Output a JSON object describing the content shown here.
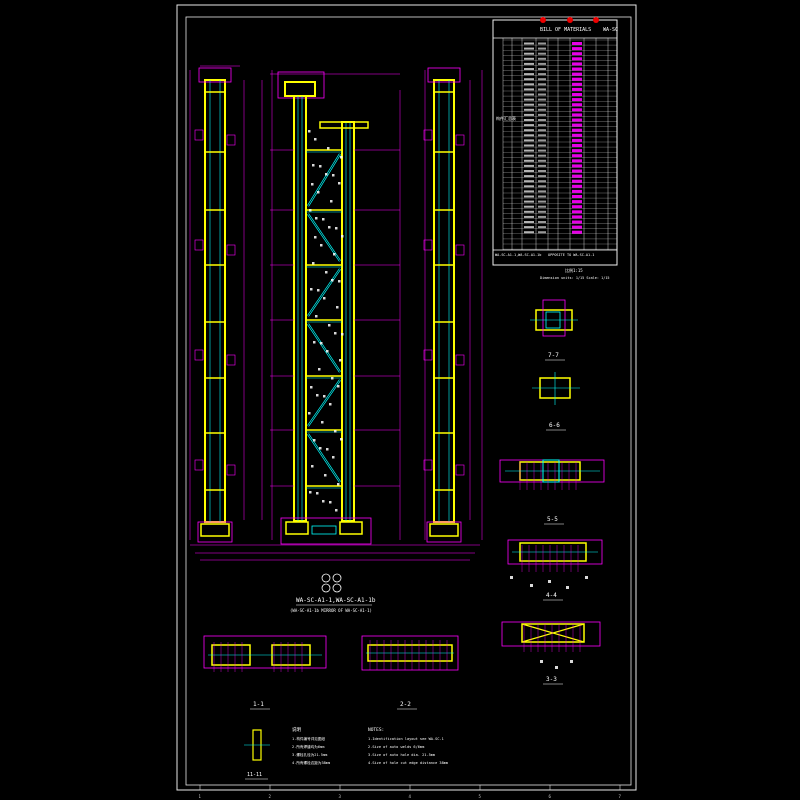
{
  "drawing": {
    "main_view_title": "WA-SC-A1-1,WA-SC-A1-1b",
    "main_view_subtitle": "(WA-SC-A1-1b  MIRROR  OF  WA-SC-A1-1)",
    "grid_marks_bottom": [
      "1",
      "2",
      "3",
      "4",
      "5",
      "6",
      "7"
    ],
    "sections": [
      {
        "id": "s77",
        "label": "7-7"
      },
      {
        "id": "s66",
        "label": "6-6"
      },
      {
        "id": "s55",
        "label": "5-5"
      },
      {
        "id": "s44",
        "label": "4-4"
      },
      {
        "id": "s33",
        "label": "3-3"
      },
      {
        "id": "s11",
        "label": "1-1"
      },
      {
        "id": "s22",
        "label": "2-2"
      },
      {
        "id": "s1111",
        "label": "11-11"
      }
    ],
    "notes_left": {
      "title": "说明",
      "lines": [
        "1.构件编号详见图纸",
        "2.所有焊缝均为6mm",
        "3.螺栓孔径为21.5mm",
        "4.所有螺栓边距为38mm"
      ]
    },
    "notes_right": {
      "title": "NOTES:",
      "lines": [
        "1.Identification layout see WA-SC-1",
        "2.Size of auto welds 6/6mm",
        "3.Size of auto hole dia. 21.5mm",
        "4.Size of hole cut   edge distance 38mm"
      ]
    },
    "bom": {
      "title": "BILL OF MATERIALS",
      "tag": "WA-SC",
      "footer_left": "WA-SC-A1-1,WA-SC-A1-1b",
      "footer_right": "OPPOSITE  TO  WA-SC-A1-1",
      "caption1": "比例1:15",
      "caption2": "Dimension units: 1/15  Scale: 1/15",
      "side_label": "构件汇总表"
    }
  }
}
